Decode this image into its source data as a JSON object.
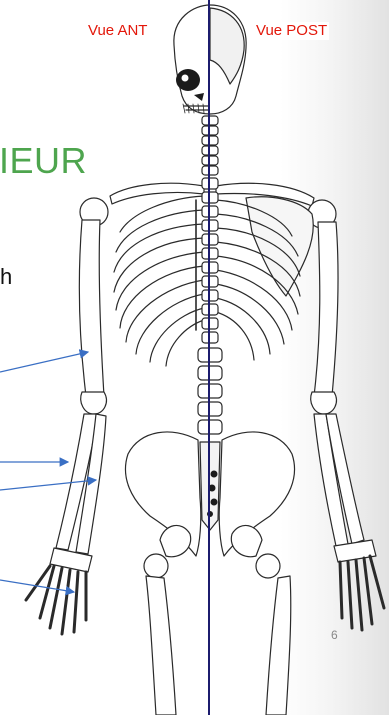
{
  "labels": {
    "anterior_view": "Vue ANT",
    "posterior_view": "Vue POST"
  },
  "title_fragment": "IEUR",
  "text_fragment": "h",
  "page_number": "6",
  "colors": {
    "view_label": "#e3170a",
    "title": "#4ea54e",
    "divider_line": "#1c1c6e",
    "arrows": "#3a6fc4"
  }
}
